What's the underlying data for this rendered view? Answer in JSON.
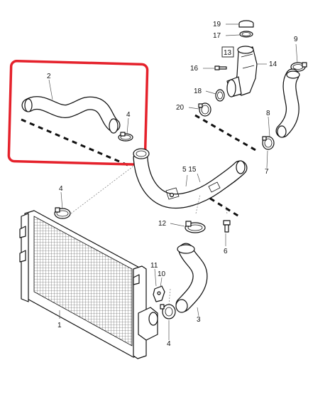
{
  "colors": {
    "highlight": "#e5212b",
    "line": "#111111",
    "hose_fill": "#ffffff",
    "shade": "#9a9a9a"
  },
  "labels": {
    "p1": "1",
    "p2": "2",
    "p3": "3",
    "p4a": "4",
    "p4b": "4",
    "p4c": "4",
    "p5_15": "5  15",
    "p6": "6",
    "p7": "7",
    "p8": "8",
    "p9": "9",
    "p10": "10",
    "p11": "11",
    "p12": "12",
    "p13": "13",
    "p14": "14",
    "p16": "16",
    "p17": "17",
    "p18": "18",
    "p19": "19",
    "p20": "20"
  }
}
